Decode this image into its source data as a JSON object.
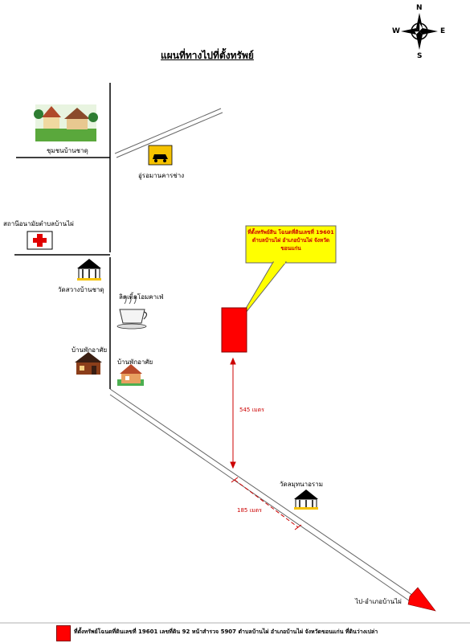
{
  "title": "แผนที่ทางไปที่ตั้งทรัพย์",
  "compass": {
    "n": "N",
    "s": "S",
    "e": "E",
    "w": "W"
  },
  "places": {
    "village": "ชุมชนบ้านชาดุ",
    "garage": "อู่รอมานคารช่าง",
    "health": "สถานีอนามัยตำบลบ้านไผ่",
    "temple1": "วัดสวางบ้านชาดุ",
    "cafe": "ลิตเติ้ลโอมคาเฟ่",
    "house_left": "บ้านพักอาศัย",
    "house_right": "บ้านพักอาศัย",
    "temple2": "วัดลมุทนาอราม",
    "to_district": "ไป-อำเภอบ้านไผ่"
  },
  "callout": "ที่ตั้งทรัพย์สิน โฉนดที่ดินเลขที่ 19601 ตำบลบ้านไผ่ อำเภอบ้านไผ่ จังหวัดขอนแก่น",
  "distances": {
    "vertical": "545 เมตร",
    "diagonal": "185 เมตร"
  },
  "legend": "ที่ตั้งทรัพย์โฉนดที่ดินเลขที่ 19601 เลขที่ดิน 92 หน้าสำรวจ 5907 ตำบลบ้านไผ่ อำเภอบ้านไผ่ จังหวัดขอนแก่น ที่ดินว่างเปล่า",
  "colors": {
    "property": "#ff0000",
    "callout": "#ffff00",
    "distance": "#cc0000"
  }
}
